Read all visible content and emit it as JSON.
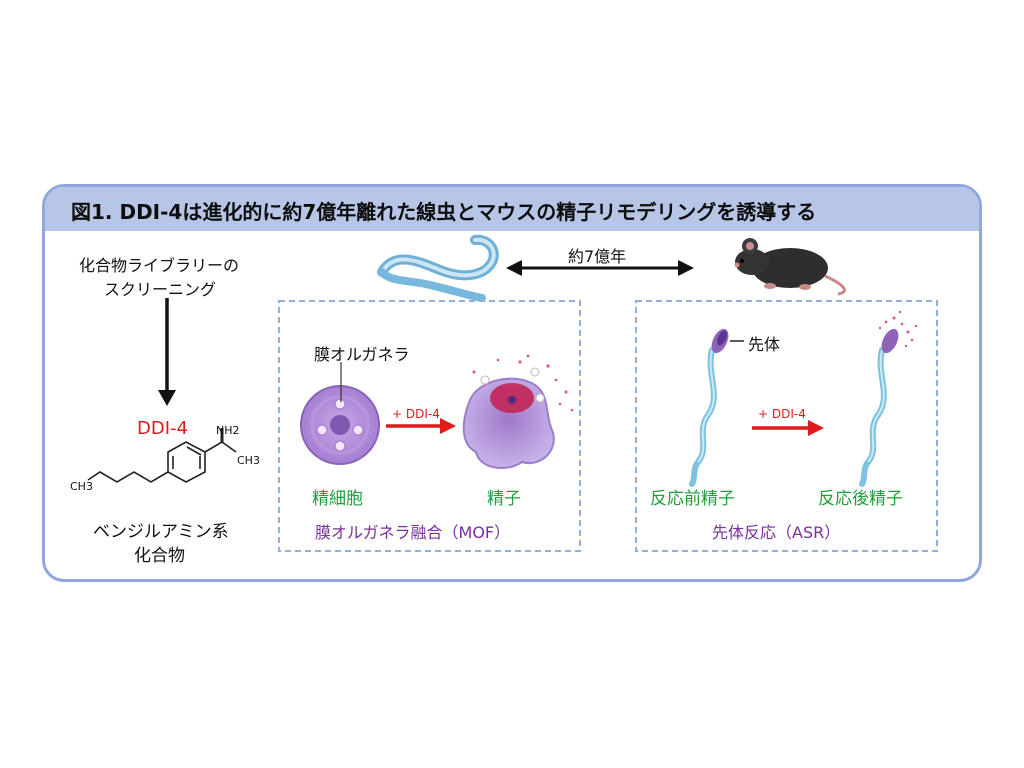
{
  "title": "図1. DDI-4は進化的に約7億年離れた線虫とマウスの精子リモデリングを誘導する",
  "left": {
    "screening_line1": "化合物ライブラリーの",
    "screening_line2": "スクリーニング",
    "compound_name": "DDI-4",
    "compound_class_line1": "ベンジルアミン系",
    "compound_class_line2": "化合物",
    "structure_nh2": "NH2",
    "structure_ch3_right": "CH3",
    "structure_ch3_left": "CH3"
  },
  "top": {
    "distance_label": "約7億年"
  },
  "nematode_panel": {
    "organelle_label": "膜オルガネラ",
    "treatment_label": "+ DDI-4",
    "before_label": "精細胞",
    "after_label": "精子",
    "process_label": "膜オルガネラ融合（MOF）"
  },
  "mouse_panel": {
    "acrosome_label": "先体",
    "treatment_label": "+ DDI-4",
    "before_label": "反応前精子",
    "after_label": "反応後精子",
    "process_label": "先体反応（ASR）"
  },
  "colors": {
    "frame": "#8fa7dc",
    "header": "#b7c5e7",
    "green_text": "#1f9e3c",
    "purple_text": "#7a2f9c",
    "red": "#e01b1b"
  }
}
